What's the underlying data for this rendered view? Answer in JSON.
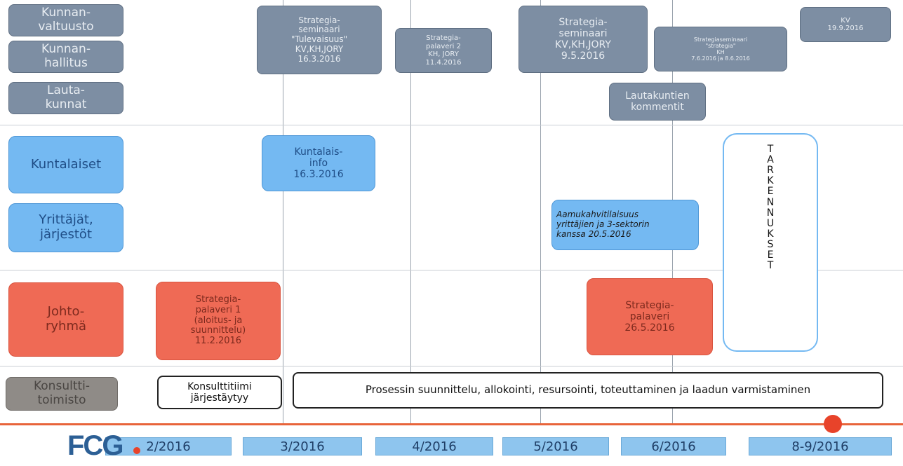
{
  "rows": {
    "kv": "Kunnan-\nvaltuusto",
    "kh": "Kunnan-\nhallitus",
    "lk": "Lauta-\nkunnat",
    "kuntalaiset": "Kuntalaiset",
    "yrittajat": "Yrittäjät,\njärjestöt",
    "johto": "Johto-\nryhmä",
    "konsultti": "Konsultti-\ntoimisto"
  },
  "events": {
    "seminaari1": "Strategia-\nseminaari\n\"Tulevaisuus\"\nKV,KH,JORY\n16.3.2016",
    "palaveri2": "Strategia-\npalaveri 2\nKH, JORY\n11.4.2016",
    "seminaari2": "Strategia-\nseminaari\nKV,KH,JORY\n9.5.2016",
    "seminaari3": "Strategiaseminaari\n\"strategia\"\nKH\n7.6.2016 ja 8.6.2016",
    "kv_final": "KV\n19.9.2016",
    "lautakunnat": "Lautakuntien\nkommentit",
    "kuntalaisinfo": "Kuntalais-\ninfo\n16.3.2016",
    "aamukahvi": "Aamukahvitilaisuus\nyrittäjien ja 3-sektorin\nkanssa 20.5.2016",
    "palaveri1": "Strategia-\npalaveri 1\n(aloitus- ja\nsuunnittelu)\n11.2.2016",
    "palaveri_jory": "Strategia-\npalaveri\n26.5.2016",
    "tarkennukset": "T\nA\nR\nK\nE\nN\nN\nU\nK\nS\nE\nT",
    "konsulttitiimi": "Konsulttitiimi\njärjestäytyy",
    "prosessi": "Prosessin suunnittelu, allokointi, resursointi, toteuttaminen ja laadun varmistaminen"
  },
  "months": [
    "2/2016",
    "3/2016",
    "4/2016",
    "5/2016",
    "6/2016",
    "8-9/2016"
  ],
  "logo": "FCG",
  "colors": {
    "decision_makers": "#7d8ea3",
    "residents": "#74b9f2",
    "management": "#ef6a55",
    "consultant": "#8f8b87",
    "timeline": "#e8643a"
  }
}
